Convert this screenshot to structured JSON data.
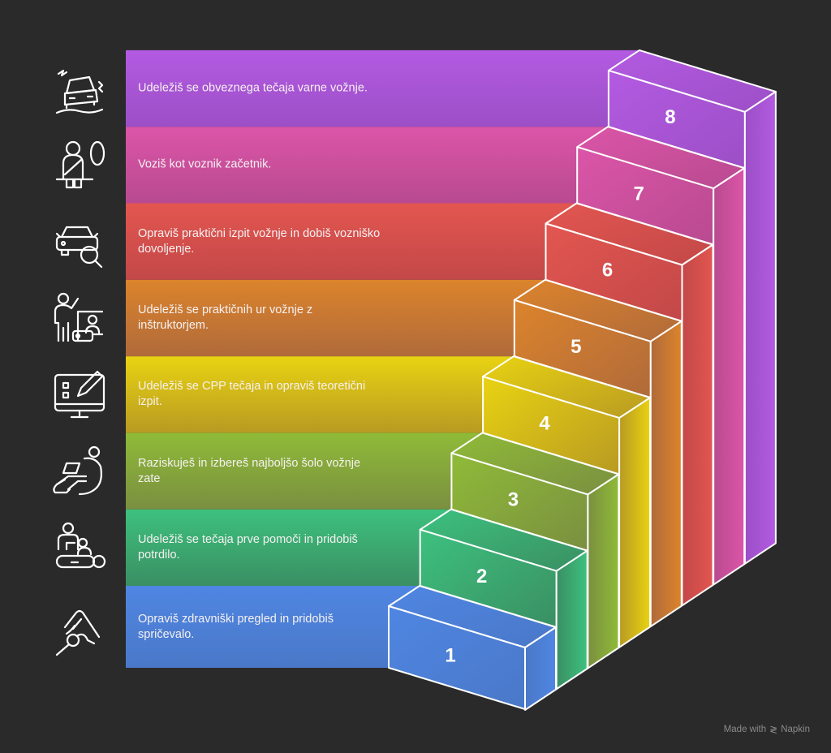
{
  "steps": [
    {
      "number": "1",
      "text": "Opraviš zdravniški pregled in pridobiš spričevalo.",
      "icon": "medical-exam-icon",
      "color": "#4f86e2",
      "shade": "#4a78c8"
    },
    {
      "number": "2",
      "text": "Udeležiš se tečaja prve pomoči in pridobiš potrdilo.",
      "icon": "first-aid-icon",
      "color": "#3dc17f",
      "shade": "#3a8f62"
    },
    {
      "number": "3",
      "text": "Raziskuješ in izbereš najboljšo šolo vožnje zate",
      "icon": "research-laptop-icon",
      "color": "#8fbb38",
      "shade": "#7a8f40"
    },
    {
      "number": "4",
      "text": "Udeležiš se CPP tečaja in opraviš teoretični izpit.",
      "icon": "online-test-icon",
      "color": "#e9d312",
      "shade": "#b89a22"
    },
    {
      "number": "5",
      "text": "Udeležiš se praktičnih ur vožnje z inštruktorjem.",
      "icon": "instructor-car-icon",
      "color": "#dc842c",
      "shade": "#b06a3a"
    },
    {
      "number": "6",
      "text": "Opraviš praktični izpit vožnje in dobiš vozniško dovoljenje.",
      "icon": "car-inspection-icon",
      "color": "#e35650",
      "shade": "#c24848"
    },
    {
      "number": "7",
      "text": "Voziš kot voznik začetnik.",
      "icon": "seatbelt-driver-icon",
      "color": "#dc55a8",
      "shade": "#b84a90"
    },
    {
      "number": "8",
      "text": "Udeležiš se obveznega tečaja varne vožnje.",
      "icon": "skidding-car-icon",
      "color": "#b35ae2",
      "shade": "#9c4fc6"
    }
  ],
  "footer": {
    "made_with": "Made with",
    "brand": "Napkin"
  }
}
